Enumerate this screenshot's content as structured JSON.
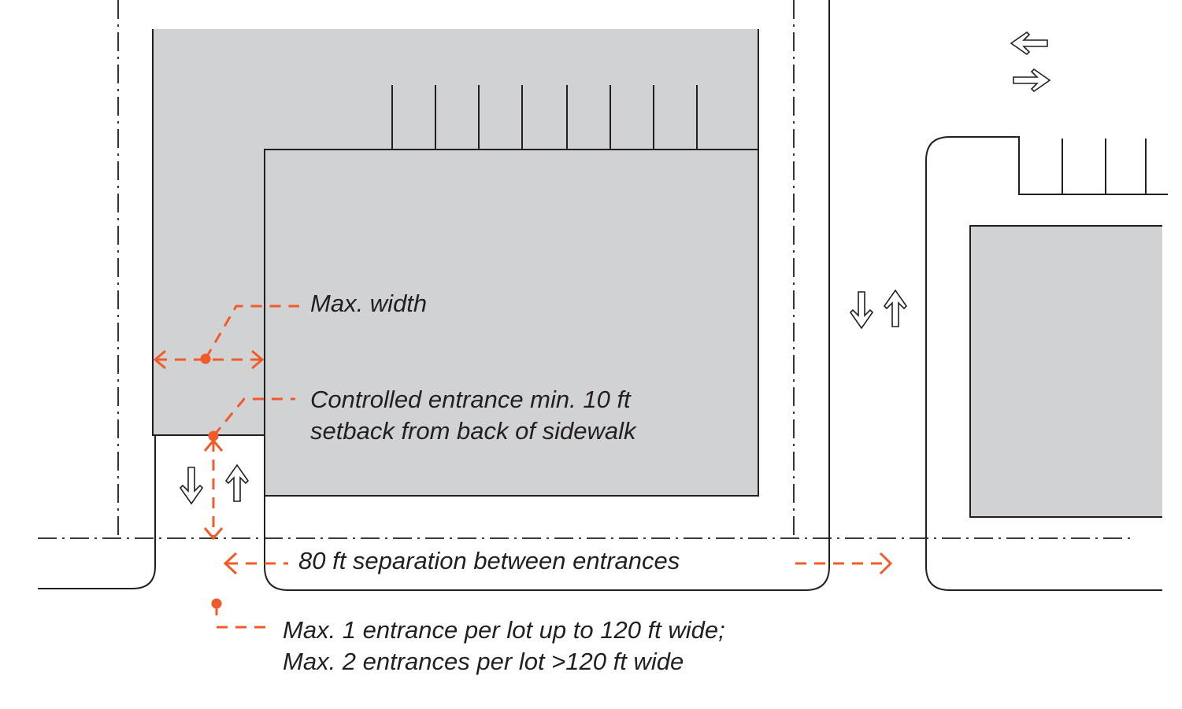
{
  "colors": {
    "accent": "#f15a29",
    "building": "#d1d2d4",
    "line": "#231f20"
  },
  "labels": {
    "max_width": "Max. width",
    "setback_line1": "Controlled entrance min. 10 ft",
    "setback_line2": "setback from back of sidewalk",
    "separation": "80 ft separation between entrances",
    "entrances_line1": "Max. 1 entrance per lot up to 120 ft wide;",
    "entrances_line2": "Max. 2 entrances per lot >120 ft wide"
  }
}
